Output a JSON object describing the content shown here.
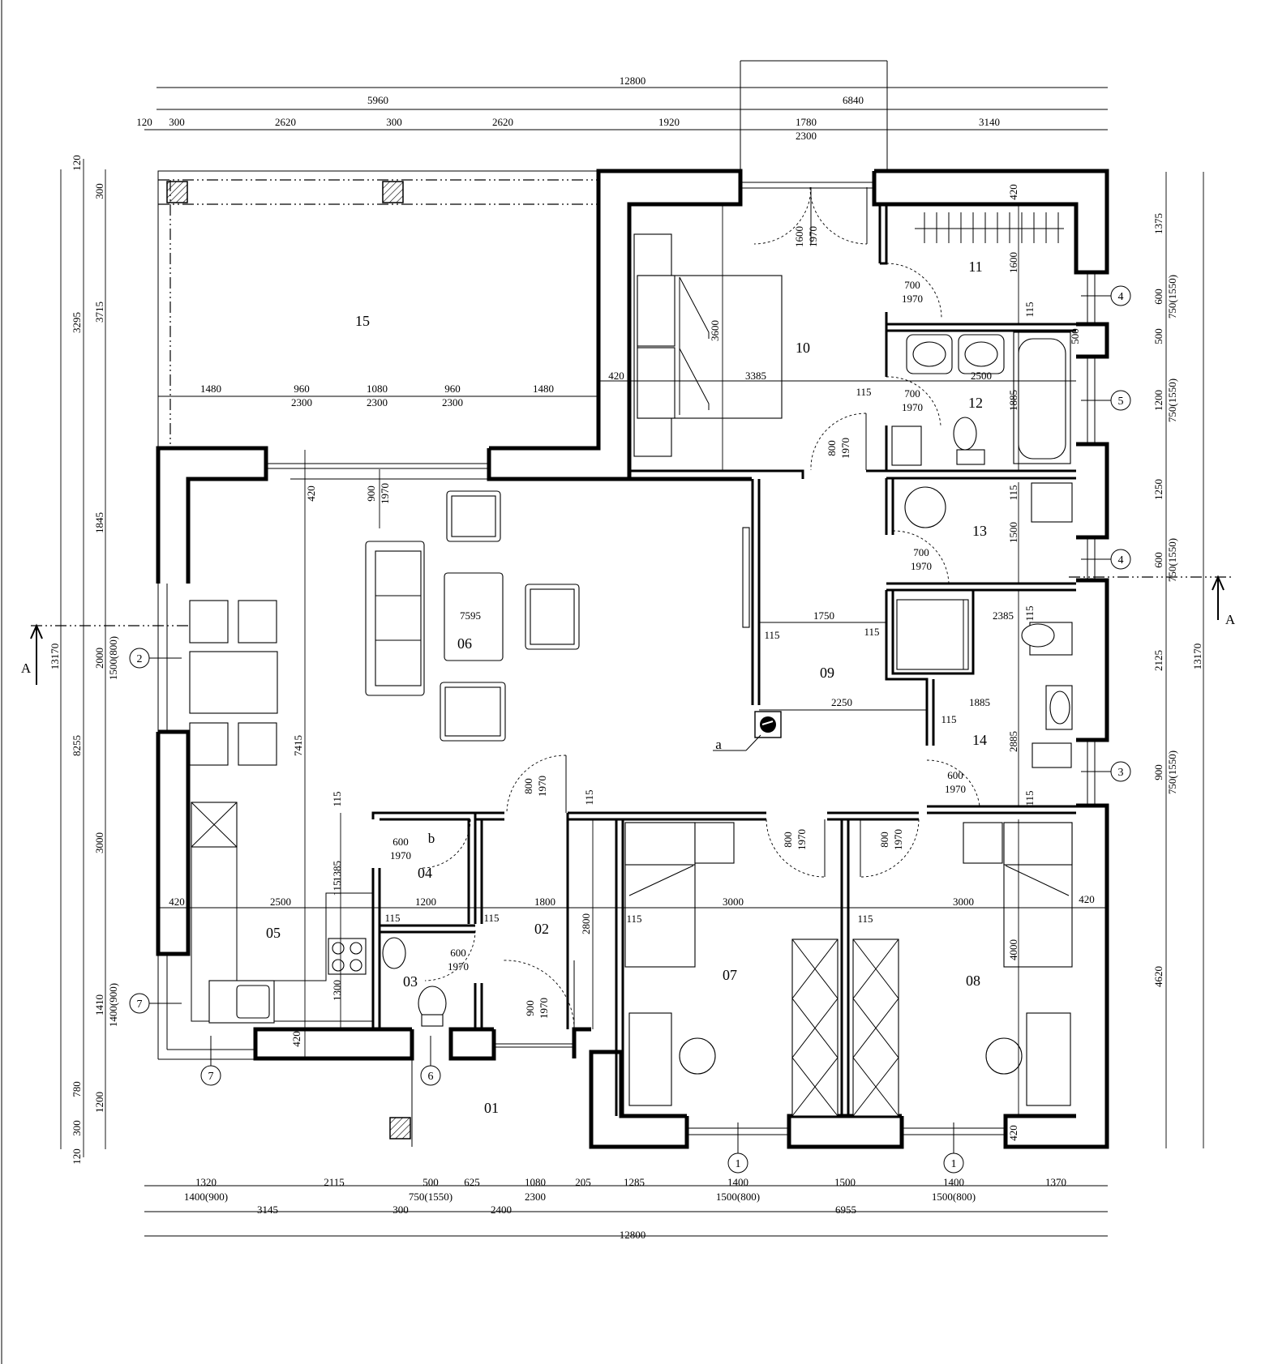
{
  "rooms": [
    {
      "id": "15",
      "label": "15"
    },
    {
      "id": "10",
      "label": "10"
    },
    {
      "id": "11",
      "label": "11"
    },
    {
      "id": "12",
      "label": "12"
    },
    {
      "id": "13",
      "label": "13"
    },
    {
      "id": "09",
      "label": "09"
    },
    {
      "id": "14",
      "label": "14"
    },
    {
      "id": "06",
      "label": "06"
    },
    {
      "id": "05",
      "label": "05"
    },
    {
      "id": "04",
      "label": "04"
    },
    {
      "id": "03",
      "label": "03"
    },
    {
      "id": "02",
      "label": "02"
    },
    {
      "id": "07",
      "label": "07"
    },
    {
      "id": "08",
      "label": "08"
    },
    {
      "id": "01",
      "label": "01"
    }
  ],
  "top_dimensions": {
    "overall": "12800",
    "row2": [
      "5960",
      "6840"
    ],
    "row3": [
      "120",
      "300",
      "2620",
      "300",
      "2620",
      "1920",
      "1780",
      "3140"
    ],
    "sub": "2300"
  },
  "bottom_dimensions": {
    "row1": [
      "1320",
      "2115",
      "500",
      "625",
      "1080",
      "205",
      "1285",
      "1400",
      "1500",
      "1400",
      "1370"
    ],
    "row1_sub": [
      "1400(900)",
      "750(1550)",
      "2300",
      "1500(800)",
      "1500(800)"
    ],
    "row2": [
      "3145",
      "300",
      "2400",
      "6955"
    ],
    "overall": "12800"
  },
  "left_dimensions": {
    "outer": [
      "13170"
    ],
    "second": [
      "120",
      "3295",
      "8255",
      "120"
    ],
    "third": [
      "300",
      "3715",
      "1845",
      "2000",
      "1500(800)",
      "3000",
      "1410",
      "1400(900)",
      "780",
      "1200",
      "300"
    ]
  },
  "right_dimensions": {
    "outer": "13170",
    "inner": [
      "1375",
      "600",
      "750(1550)",
      "500",
      "1200",
      "750(1550)",
      "1250",
      "600",
      "750(1550)",
      "2125",
      "900",
      "750(1550)",
      "4620"
    ]
  },
  "interior_dimensions": [
    "1480",
    "960",
    "2300",
    "1080",
    "2300",
    "960",
    "2300",
    "1480",
    "420",
    "3385",
    "3600",
    "1600",
    "1970",
    "420",
    "1600",
    "700",
    "1970",
    "115",
    "500",
    "2500",
    "700",
    "1970",
    "115",
    "1885",
    "800",
    "1970",
    "115",
    "1500",
    "700",
    "1970",
    "7595",
    "420",
    "900",
    "1970",
    "1750",
    "115",
    "115",
    "2385",
    "115",
    "2250",
    "1885",
    "115",
    "2885",
    "600",
    "1970",
    "115",
    "7415",
    "800",
    "1970",
    "115",
    "115",
    "1385",
    "600",
    "1970",
    "1200",
    "115",
    "2500",
    "1800",
    "115",
    "2800",
    "800",
    "1970",
    "800",
    "1970",
    "115",
    "3000",
    "115",
    "3000",
    "420",
    "115",
    "1300",
    "600",
    "1970",
    "900",
    "1970",
    "4000",
    "420",
    "420",
    "420"
  ],
  "window_markers": [
    "4",
    "5",
    "4",
    "3",
    "2",
    "7",
    "7",
    "6",
    "1",
    "1"
  ],
  "section_marks": [
    "A",
    "A"
  ],
  "callouts": [
    "a",
    "b"
  ]
}
